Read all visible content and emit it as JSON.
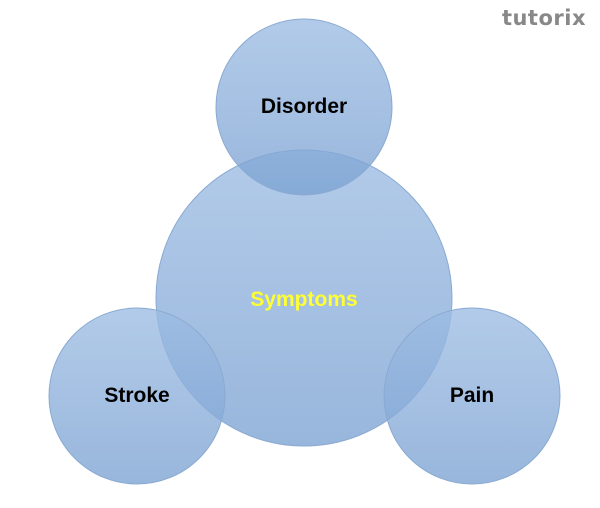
{
  "logo": "tutorix",
  "center": {
    "label": "Symptoms",
    "color": "#ffff33"
  },
  "satellites": [
    {
      "label": "Disorder"
    },
    {
      "label": "Stroke"
    },
    {
      "label": "Pain"
    }
  ],
  "colors": {
    "circle_top": "#9dbce3",
    "circle_bottom": "#6f98c9",
    "stroke": "#8aaad2",
    "text": "#000000"
  }
}
